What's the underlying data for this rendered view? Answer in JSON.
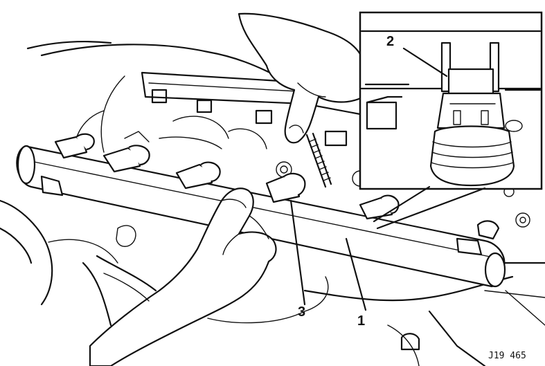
{
  "callouts": {
    "fuel_rail": "1",
    "connector": "2",
    "injector": "3"
  },
  "reference_code": "J19 465"
}
